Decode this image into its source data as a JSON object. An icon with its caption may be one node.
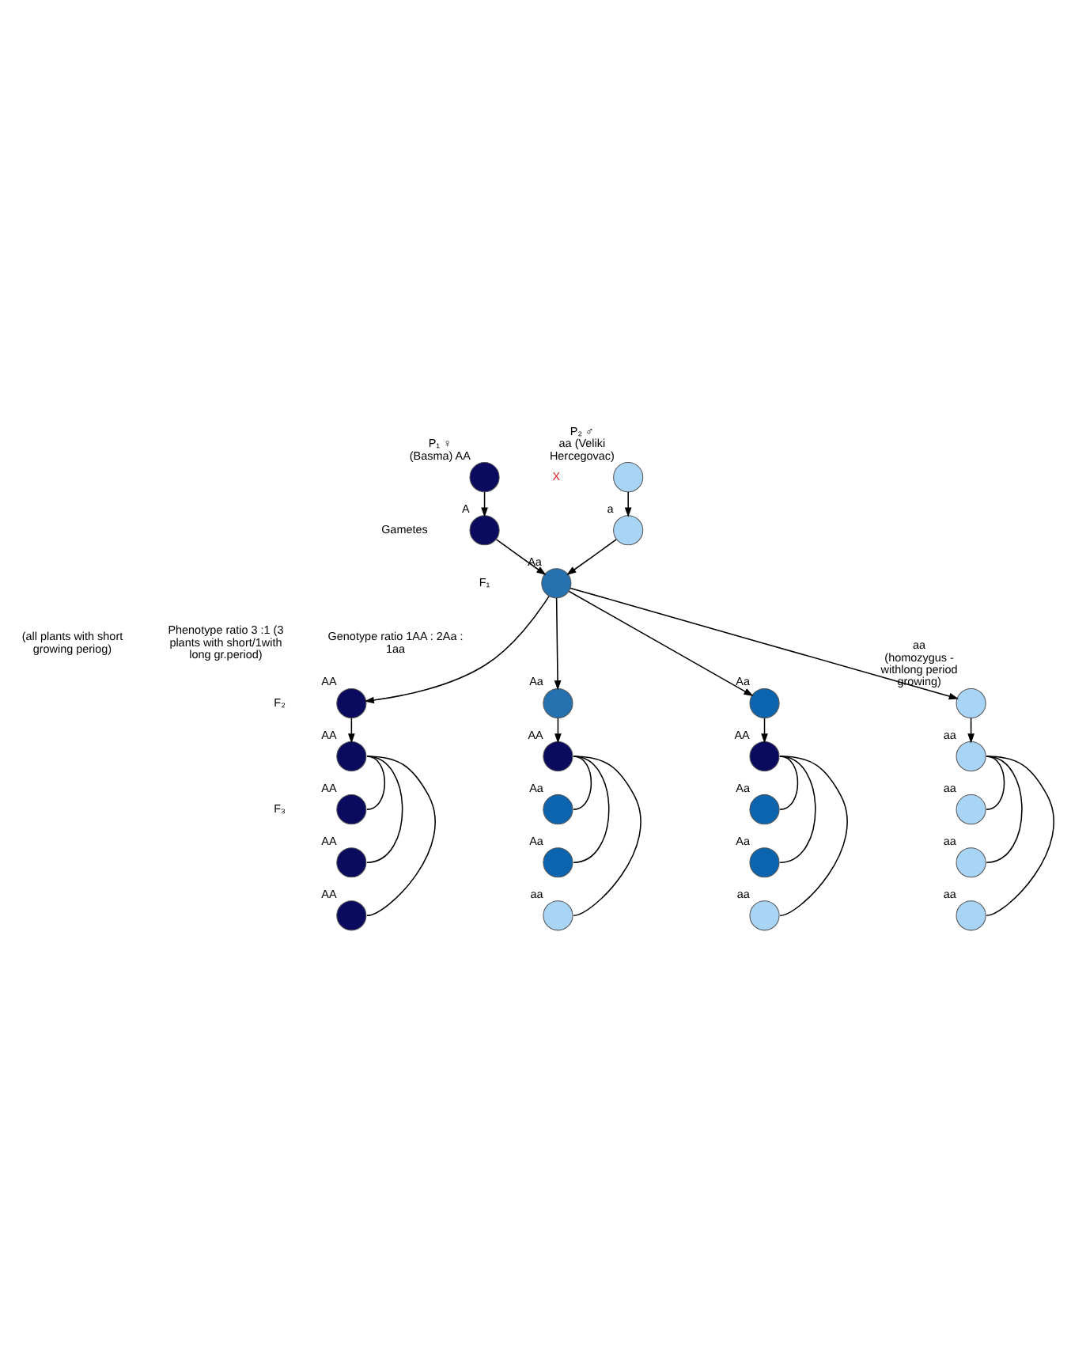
{
  "diagram": {
    "nodes": [
      {
        "text": [],
        "shape": "circle",
        "beside": [
          "P₁ ♀",
          "(Basma) AA"
        ]
      },
      {
        "text": [],
        "shape": "circle",
        "beside": [
          "P₂ ♂",
          "aa (Veliki Hercegovac)"
        ]
      },
      {
        "text": [],
        "shape": "circle",
        "beside": [
          "A"
        ]
      },
      {
        "text": [],
        "shape": "circle",
        "beside": [
          "a"
        ]
      },
      {
        "text": [],
        "shape": "circle",
        "beside": [
          "Aa"
        ]
      },
      {
        "text": [],
        "shape": "circle",
        "beside": [
          "AA"
        ]
      },
      {
        "text": [],
        "shape": "circle",
        "beside": [
          "Aa"
        ]
      },
      {
        "text": [],
        "shape": "circle",
        "beside": [
          "Aa"
        ]
      },
      {
        "text": [],
        "shape": "circle",
        "beside": [
          "aa",
          "(homozygus - withlong period growing)"
        ]
      },
      {
        "text": [],
        "shape": "circle",
        "beside": [
          "AA"
        ]
      },
      {
        "text": [],
        "shape": "circle",
        "beside": [
          "AA"
        ]
      },
      {
        "text": [],
        "shape": "circle",
        "beside": [
          "AA"
        ]
      },
      {
        "text": [],
        "shape": "circle",
        "beside": [
          "aa"
        ]
      },
      {
        "text": [],
        "shape": "circle",
        "beside": [
          "AA"
        ]
      },
      {
        "text": [],
        "shape": "circle",
        "beside": [
          "Aa"
        ]
      },
      {
        "text": [],
        "shape": "circle",
        "beside": [
          "Aa"
        ]
      },
      {
        "text": [],
        "shape": "circle",
        "beside": [
          "aa"
        ]
      },
      {
        "text": [],
        "shape": "circle",
        "beside": [
          "AA"
        ]
      },
      {
        "text": [],
        "shape": "circle",
        "beside": [
          "Aa"
        ]
      },
      {
        "text": [],
        "shape": "circle",
        "beside": [
          "Aa"
        ]
      },
      {
        "text": [],
        "shape": "circle",
        "beside": [
          "aa"
        ]
      },
      {
        "text": [],
        "shape": "circle",
        "beside": [
          "AA"
        ]
      },
      {
        "text": [],
        "shape": "circle",
        "beside": [
          "aa"
        ]
      },
      {
        "text": [],
        "shape": "circle",
        "beside": [
          "aa"
        ]
      },
      {
        "text": [],
        "shape": "circle",
        "beside": [
          "aa"
        ]
      }
    ],
    "edges": [
      {
        "from": 0,
        "to": 2,
        "arrow": "to"
      },
      {
        "from": 1,
        "to": 3,
        "arrow": "to"
      },
      {
        "from": 2,
        "to": 4,
        "arrow": "to"
      },
      {
        "from": 3,
        "to": 4,
        "arrow": "to"
      },
      {
        "from": 4,
        "to": 5,
        "arrow": "to"
      },
      {
        "from": 4,
        "to": 6,
        "arrow": "to"
      },
      {
        "from": 4,
        "to": 7,
        "arrow": "to"
      },
      {
        "from": 4,
        "to": 8,
        "arrow": "to"
      },
      {
        "from": 5,
        "to": 9,
        "arrow": "to"
      },
      {
        "from": 6,
        "to": 10,
        "arrow": "to"
      },
      {
        "from": 7,
        "to": 11,
        "arrow": "to"
      },
      {
        "from": 8,
        "to": 12,
        "arrow": "to"
      },
      {
        "from": 9,
        "to": 13,
        "arrow": "none"
      },
      {
        "from": 9,
        "to": 17,
        "arrow": "none"
      },
      {
        "from": 9,
        "to": 21,
        "arrow": "none"
      },
      {
        "from": 10,
        "to": 14,
        "arrow": "none"
      },
      {
        "from": 10,
        "to": 18,
        "arrow": "none"
      },
      {
        "from": 10,
        "to": 22,
        "arrow": "none"
      },
      {
        "from": 11,
        "to": 15,
        "arrow": "none"
      },
      {
        "from": 11,
        "to": 19,
        "arrow": "none"
      },
      {
        "from": 11,
        "to": 23,
        "arrow": "none"
      },
      {
        "from": 12,
        "to": 16,
        "arrow": "none"
      },
      {
        "from": 12,
        "to": 20,
        "arrow": "none"
      },
      {
        "from": 12,
        "to": 24,
        "arrow": "none"
      }
    ],
    "labels": [
      "X",
      "Gametes",
      "F₁",
      "(all plants with short growing periog)",
      "Phenotype ratio 3 :1 (3 plants with short/1with long gr.period)",
      "Genotype ratio 1AA : 2Aa : 1aa",
      "F₂",
      "F₃"
    ]
  }
}
